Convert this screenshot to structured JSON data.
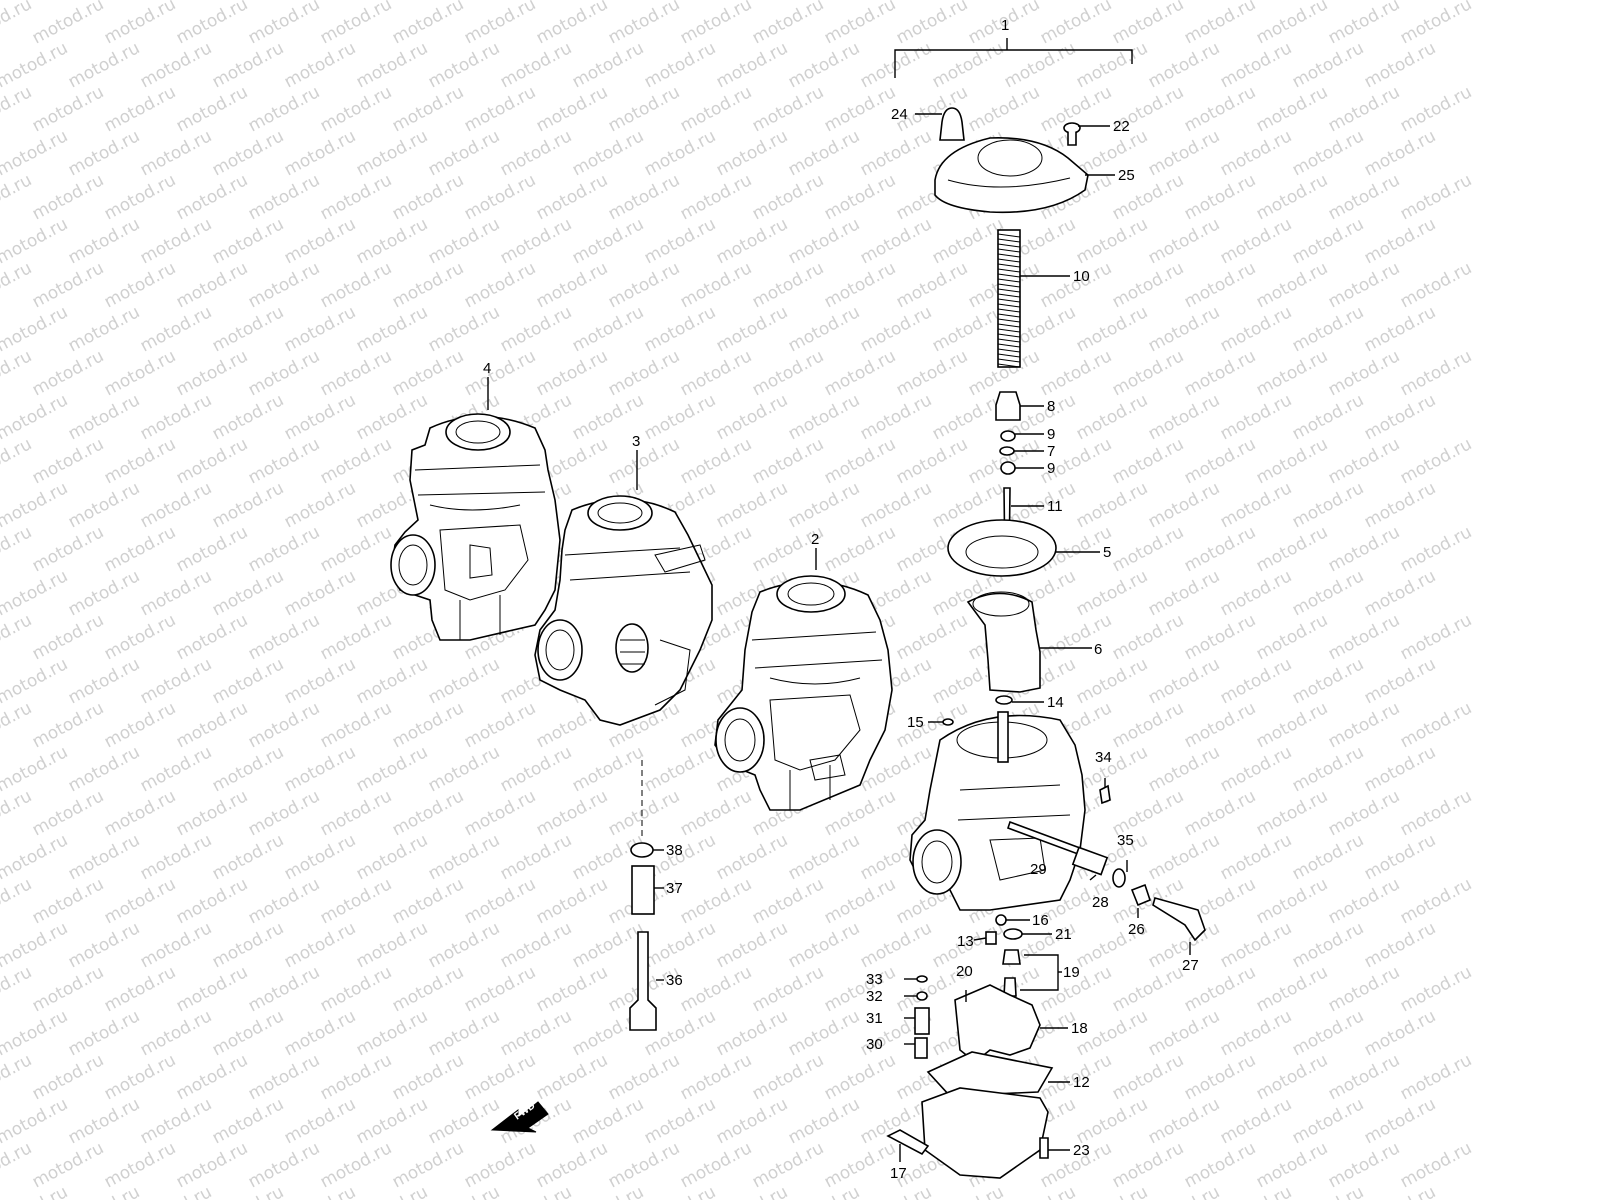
{
  "watermark": "motod.ru",
  "fwd_label": "FWD",
  "callouts": [
    {
      "id": "1",
      "label": "1"
    },
    {
      "id": "2",
      "label": "2"
    },
    {
      "id": "3",
      "label": "3"
    },
    {
      "id": "4",
      "label": "4"
    },
    {
      "id": "5",
      "label": "5"
    },
    {
      "id": "6",
      "label": "6"
    },
    {
      "id": "7",
      "label": "7"
    },
    {
      "id": "8",
      "label": "8"
    },
    {
      "id": "9a",
      "label": "9"
    },
    {
      "id": "9b",
      "label": "9"
    },
    {
      "id": "10",
      "label": "10"
    },
    {
      "id": "11",
      "label": "11"
    },
    {
      "id": "12",
      "label": "12"
    },
    {
      "id": "13",
      "label": "13"
    },
    {
      "id": "14",
      "label": "14"
    },
    {
      "id": "15",
      "label": "15"
    },
    {
      "id": "16",
      "label": "16"
    },
    {
      "id": "17",
      "label": "17"
    },
    {
      "id": "18",
      "label": "18"
    },
    {
      "id": "19",
      "label": "19"
    },
    {
      "id": "20",
      "label": "20"
    },
    {
      "id": "21",
      "label": "21"
    },
    {
      "id": "22",
      "label": "22"
    },
    {
      "id": "23",
      "label": "23"
    },
    {
      "id": "24",
      "label": "24"
    },
    {
      "id": "25",
      "label": "25"
    },
    {
      "id": "26",
      "label": "26"
    },
    {
      "id": "27",
      "label": "27"
    },
    {
      "id": "28",
      "label": "28"
    },
    {
      "id": "29",
      "label": "29"
    },
    {
      "id": "30",
      "label": "30"
    },
    {
      "id": "31",
      "label": "31"
    },
    {
      "id": "32",
      "label": "32"
    },
    {
      "id": "33",
      "label": "33"
    },
    {
      "id": "34",
      "label": "34"
    },
    {
      "id": "35",
      "label": "35"
    },
    {
      "id": "36",
      "label": "36"
    },
    {
      "id": "37",
      "label": "37"
    },
    {
      "id": "38",
      "label": "38"
    }
  ]
}
